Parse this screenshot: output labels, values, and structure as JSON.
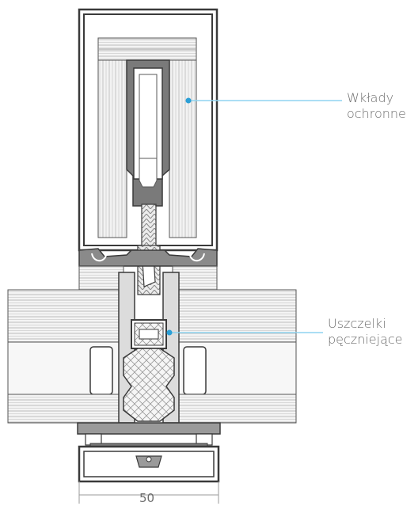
{
  "callouts": {
    "protective_inserts": {
      "line1": "Wkłady",
      "line2": "ochronne"
    },
    "swelling_seals": {
      "line1": "Uszczelki",
      "line2": "pęczniejące"
    }
  },
  "dimension": {
    "width_label": "50"
  },
  "colors": {
    "outline": "#3a3a3a",
    "profile_fill": "#e9e9e9",
    "hatch": "#bdbdbd",
    "callout_line": "#8fd4f0",
    "callout_dot": "#2a9fd6",
    "text": "#6d6d6d"
  }
}
